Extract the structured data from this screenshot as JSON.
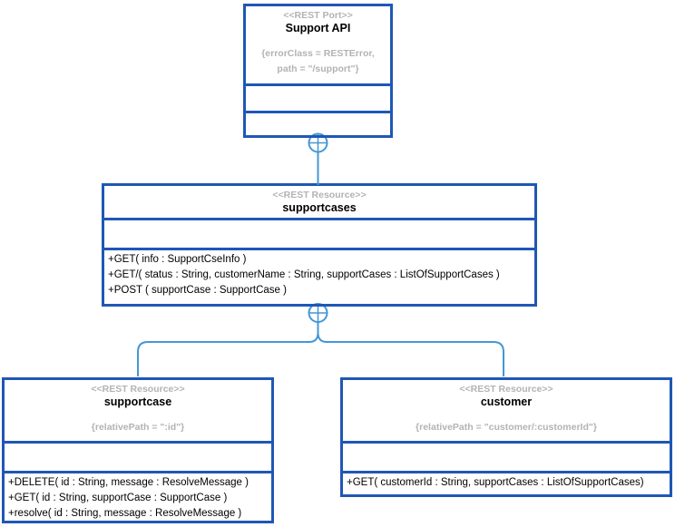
{
  "diagram": {
    "title": "REST API UML diagram",
    "colors": {
      "node_border": "#1f57b5",
      "connector": "#4497d6",
      "muted_text": "#b3b3b3",
      "text": "#000000",
      "background": "#ffffff"
    },
    "nodes": {
      "support_api": {
        "stereotype": "<<REST Port>>",
        "name": "Support API",
        "properties": "{errorClass = RESTError, path = \"/support\"}"
      },
      "supportcases": {
        "stereotype": "<<REST Resource>>",
        "name": "supportcases",
        "methods": [
          "+GET( info : SupportCseInfo )",
          "+GET/( status : String, customerName : String, supportCases : ListOfSupportCases )",
          "+POST ( supportCase : SupportCase )"
        ]
      },
      "supportcase": {
        "stereotype": "<<REST Resource>>",
        "name": "supportcase",
        "properties": "{relativePath = \":id\"}",
        "methods": [
          "+DELETE( id : String, message : ResolveMessage )",
          "+GET( id : String, supportCase : SupportCase )",
          "+resolve( id : String, message : ResolveMessage )"
        ]
      },
      "customer": {
        "stereotype": "<<REST Resource>>",
        "name": "customer",
        "properties": "{relativePath = \"customer/:customerId\"}",
        "methods": [
          "+GET( customerId : String, supportCases : ListOfSupportCases)"
        ]
      }
    },
    "edges": [
      "Support API contains supportcases",
      "supportcases contains supportcase",
      "supportcases contains customer"
    ]
  }
}
